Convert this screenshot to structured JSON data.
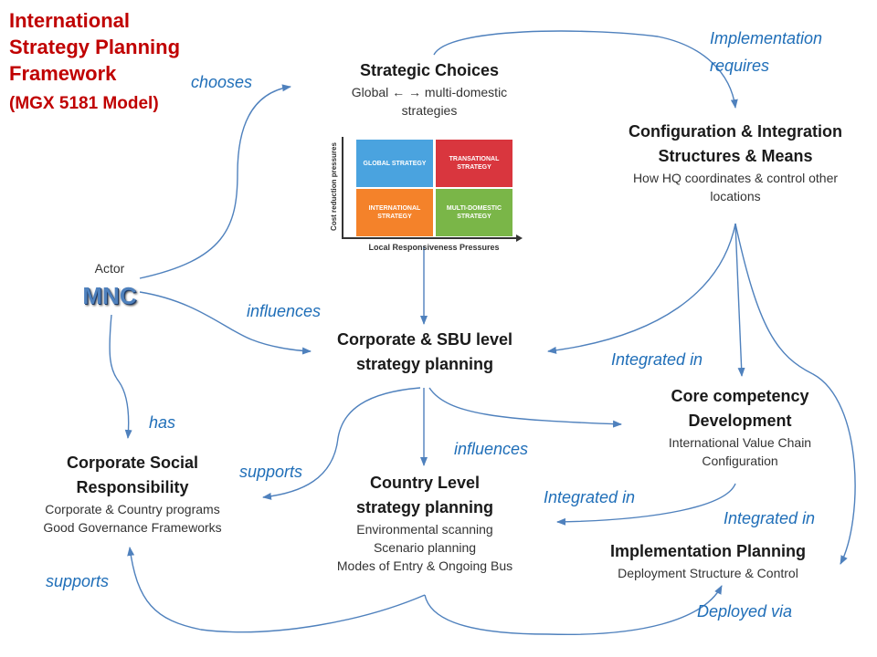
{
  "title": {
    "line1": "International",
    "line2": "Strategy Planning",
    "line3": "Framework",
    "subtitle": "(MGX 5181 Model)"
  },
  "actor": {
    "label": "Actor",
    "name": "MNC"
  },
  "strategic_choices": {
    "heading": "Strategic Choices",
    "line1": "Global ← → multi-domestic",
    "line2": "strategies"
  },
  "matrix": {
    "y_axis": "Cost reduction pressures",
    "x_axis": "Local Responsiveness Pressures",
    "q_global": "GLOBAL STRATEGY",
    "q_transnational": "TRANSATIONAL STRATEGY",
    "q_international": "INTERNATIONAL STRATEGY",
    "q_multidomestic": "MULTI-DOMESTIC STRATEGY",
    "colors": {
      "global": "#4aa3df",
      "transnational": "#d9363e",
      "international": "#f4822a",
      "multidomestic": "#7ab648"
    }
  },
  "configuration": {
    "heading1": "Configuration & Integration",
    "heading2": "Structures & Means",
    "line1": "How HQ coordinates & control other",
    "line2": "locations"
  },
  "corporate": {
    "heading1": "Corporate & SBU level",
    "heading2": "strategy planning"
  },
  "core": {
    "heading1": "Core competency",
    "heading2": "Development",
    "line1": "International Value Chain",
    "line2": "Configuration"
  },
  "csr": {
    "heading1": "Corporate Social",
    "heading2": "Responsibility",
    "line1": "Corporate & Country programs",
    "line2": "Good Governance Frameworks"
  },
  "country": {
    "heading1": "Country Level",
    "heading2": "strategy planning",
    "line1": "Environmental scanning",
    "line2": "Scenario planning",
    "line3": "Modes of Entry & Ongoing Bus"
  },
  "implementation": {
    "heading": "Implementation Planning",
    "line1": "Deployment Structure & Control"
  },
  "labels": {
    "chooses": "chooses",
    "impl_requires_1": "Implementation",
    "impl_requires_2": "requires",
    "influences_1": "influences",
    "integrated_1": "Integrated in",
    "has": "has",
    "influences_2": "influences",
    "supports_1": "supports",
    "integrated_2": "Integrated in",
    "integrated_3": "Integrated in",
    "supports_2": "supports",
    "deployed": "Deployed via"
  },
  "colors": {
    "arrow": "#4f81bd",
    "title": "#c00000",
    "label": "#1f6eb8"
  }
}
